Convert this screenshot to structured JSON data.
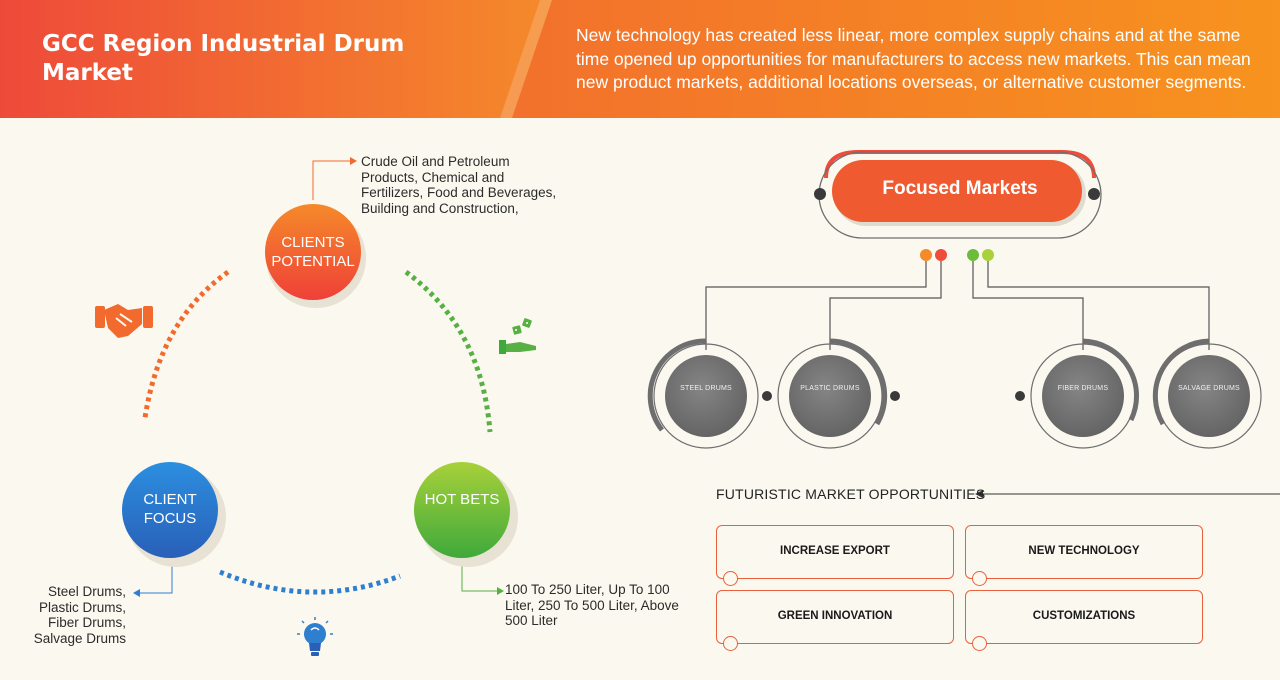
{
  "header": {
    "title": "GCC Region Industrial Drum Market",
    "intro": "New technology has created less linear, more complex supply chains and at the same time opened up opportunities for manufacturers to access new markets. This can mean new product markets, additional locations overseas, or alternative customer segments."
  },
  "cycle": {
    "clients_potential": {
      "label": "CLIENTS POTENTIAL",
      "details": "Crude Oil and Petroleum Products, Chemical and Fertilizers, Food and Beverages, Building and Construction,"
    },
    "client_focus": {
      "label": "CLIENT FOCUS",
      "details": "Steel Drums, Plastic Drums, Fiber Drums, Salvage Drums"
    },
    "hot_bets": {
      "label": "HOT BETS",
      "details": "100 To 250 Liter, Up To 100 Liter, 250 To 500 Liter, Above 500 Liter"
    },
    "icons": [
      "handshake-icon",
      "hand-dice-icon",
      "lightbulb-icon"
    ]
  },
  "focused_markets": {
    "title": "Focused Markets",
    "drums": [
      "STEEL DRUMS",
      "PLASTIC DRUMS",
      "FIBER DRUMS",
      "SALVAGE DRUMS"
    ]
  },
  "opportunities": {
    "heading": "FUTURISTIC MARKET OPPORTUNITIES",
    "items": [
      "INCREASE EXPORT",
      "NEW TECHNOLOGY",
      "GREEN INNOVATION",
      "CUSTOMIZATIONS"
    ]
  },
  "colors": {
    "orange": "#f26a2e",
    "red": "#ef4d3c",
    "blue": "#2f7fd0",
    "green": "#6dbb3b",
    "gray": "#6e6e6e"
  }
}
